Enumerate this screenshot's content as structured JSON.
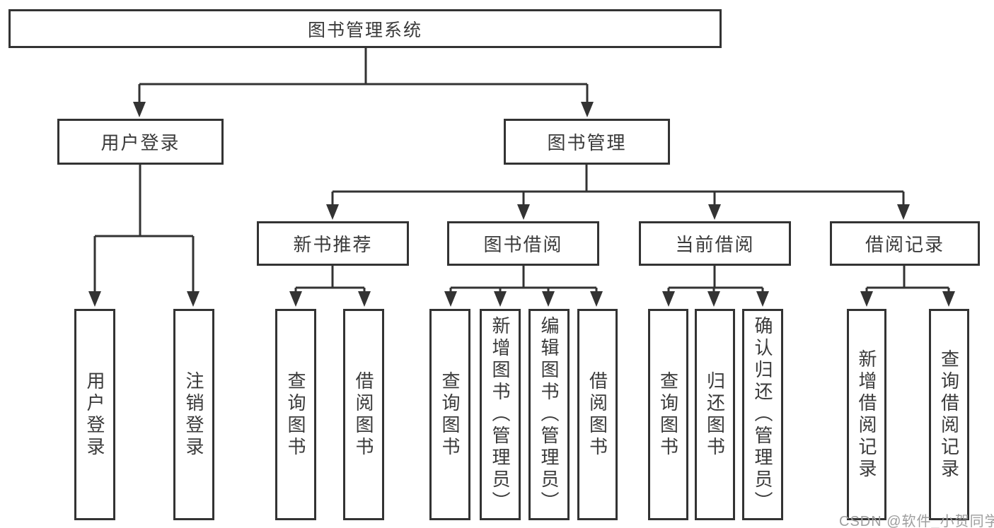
{
  "title": "图书管理系统",
  "level2": {
    "user_login": "用户登录",
    "book_mgmt": "图书管理"
  },
  "level3": {
    "new_books": "新书推荐",
    "book_borrow": "图书借阅",
    "current_borrow": "当前借阅",
    "borrow_records": "借阅记录"
  },
  "leaves": {
    "user_login": "用户登录",
    "logout": "注销登录",
    "nb_query": "查询图书",
    "nb_borrow": "借阅图书",
    "bb_query": "查询图书",
    "bb_add": "新增图书（管理员）",
    "bb_edit": "编辑图书（管理员）",
    "bb_borrow": "借阅图书",
    "cb_query": "查询图书",
    "cb_return": "归还图书",
    "cb_confirm": "确认归还（管理员）",
    "br_add": "新增借阅记录",
    "br_query": "查询借阅记录"
  },
  "watermark": "CSDN @软件_小贺同学",
  "colors": {
    "line": "#333333",
    "text": "#3a3a3a",
    "watermark": "#9e9e9e",
    "box_bg": "#ffffff"
  }
}
